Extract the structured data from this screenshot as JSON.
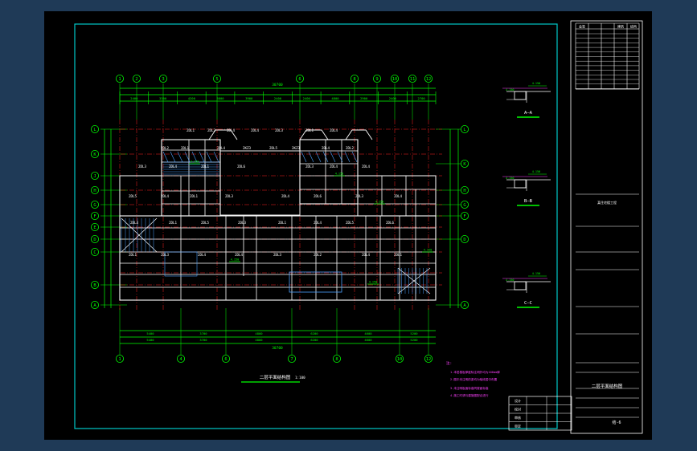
{
  "colors": {
    "frame": "#00c8c8",
    "dimension": "#00ff00",
    "wall": "#ffffff",
    "axis": "#ff2020",
    "stair": "#4aa0ff",
    "note": "#ff40ff",
    "text": "#ffffff"
  },
  "axes": {
    "top": [
      "1",
      "2",
      "3",
      "5",
      "6",
      "8",
      "9",
      "10",
      "11",
      "12"
    ],
    "bottom": [
      "1",
      "4",
      "6",
      "7",
      "8",
      "10",
      "12"
    ],
    "left": [
      "L",
      "K",
      "J",
      "H",
      "G",
      "F",
      "E",
      "D",
      "C",
      "B",
      "A"
    ],
    "right": [
      "L",
      "K",
      "H",
      "G",
      "F",
      "D",
      "A"
    ]
  },
  "dims": {
    "overall": "30700",
    "top_row": [
      "2400",
      "3300",
      "4200",
      "5800",
      "3900",
      "2400",
      "2400",
      "4800",
      "2900",
      "2400",
      "2700"
    ],
    "bottom_row": [
      "5400",
      "3700",
      "4800",
      "6200",
      "4600",
      "5200",
      "4400"
    ]
  },
  "slabs": {
    "r1": [
      "2DL1",
      "2DL2",
      "2DL4",
      "2DL4",
      "2DL3",
      "2DL1",
      "2DL4"
    ],
    "r2": [
      "2DL2",
      "2DL1",
      "2DL4",
      "2KZ3",
      "2DL5",
      "2KZ3",
      "2DL4",
      "2DL2"
    ],
    "r3": [
      "2DL3",
      "2DL4",
      "2DL1",
      "2DL6",
      "2DL3",
      "2DL4",
      "2DL4"
    ],
    "r4": [
      "2DL5",
      "2DL4",
      "2DL1",
      "2DL3",
      "2DL4",
      "2DL6",
      "2DL3",
      "2DL4"
    ],
    "r5": [
      "2DL4",
      "2DL1",
      "2DL5",
      "2DL3",
      "2DL1",
      "2DL4",
      "2DL5",
      "2DL6"
    ],
    "r6": [
      "2DL1",
      "2DL3",
      "2DL4",
      "2DL4",
      "2DL3",
      "2DL2",
      "2DL4",
      "2DL1"
    ]
  },
  "plan_title": "二层平面结构图",
  "plan_scale": "1:100",
  "notes": {
    "label": "注:",
    "line1": "1.本层楼板厚度除注明外均为100mm厚",
    "line2": "2.图中未注明的梁均为轴线居中布置",
    "line3": "3.未注明板面标高同楼面标高",
    "line4": "4.施工时请与建施图配合进行"
  },
  "sections": {
    "a": "A—A",
    "b": "B—B",
    "c": "C—C",
    "elev": "4.150"
  },
  "title_block": {
    "header": [
      "会签",
      "",
      "",
      "建筑",
      "结构"
    ],
    "project": "某住宅楼工程",
    "sheet_name": "二层平面结构图",
    "sheet_no": "结-6",
    "rows": [
      "设计",
      "校对",
      "审核",
      "审定"
    ]
  }
}
